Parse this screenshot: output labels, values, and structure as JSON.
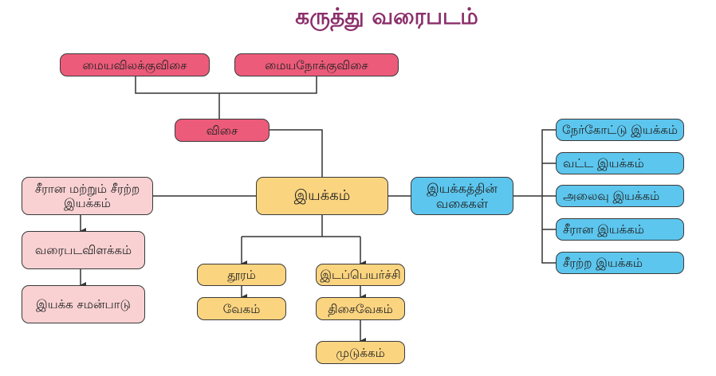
{
  "title": "கருத்து வரைபடம்",
  "colors": {
    "title": "#8b2f6b",
    "force": "#ec5b7a",
    "left_branch": "#f9d1d3",
    "core": "#fbd480",
    "types": "#5cc6ee"
  },
  "nodes": {
    "centrifugal_force": "மையவிலக்குவிசை",
    "centripetal_force": "மையநோக்குவிசை",
    "force": "விசை",
    "motion": "இயக்கம்",
    "uniform_nonuniform": "சீரான மற்றும் சீரற்ற இயக்கம்",
    "graphical_representation": "வரைபடவிளக்கம்",
    "equations_of_motion": "இயக்க சமன்பாடு",
    "distance": "தூரம்",
    "speed": "வேகம்",
    "displacement": "இடப்பெயர்ச்சி",
    "velocity": "திசைவேகம்",
    "acceleration": "முடுக்கம்",
    "types_of_motion": "இயக்கத்தின் வகைகள்",
    "types": [
      "நேர்கோட்டு இயக்கம்",
      "வட்ட இயக்கம்",
      "அலைவு இயக்கம்",
      "சீரான இயக்கம்",
      "சீரற்ற இயக்கம்"
    ]
  }
}
